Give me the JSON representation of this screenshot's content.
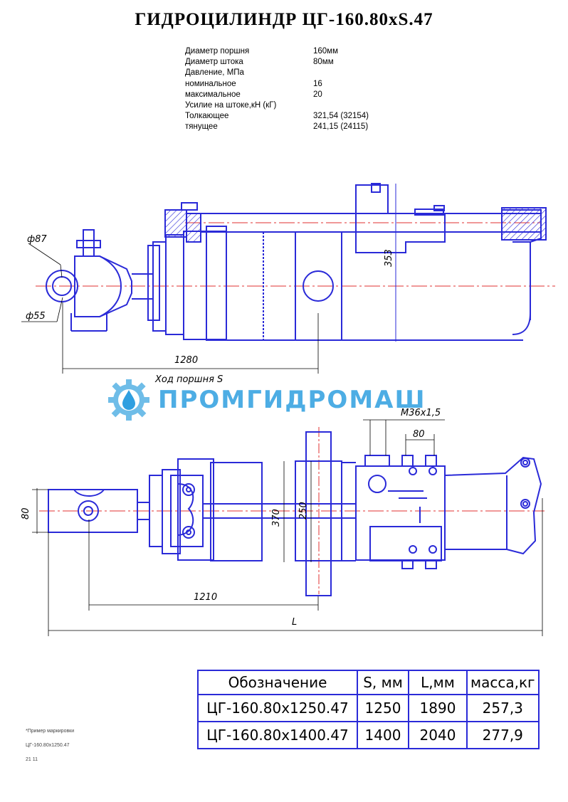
{
  "title": "ГИДРОЦИЛИНДР  ЦГ-160.80хS.47",
  "specs": [
    {
      "k": "Диаметр поршня",
      "v": "160мм"
    },
    {
      "k": "Диаметр штока",
      "v": "80мм"
    },
    {
      "k": "Давление, МПа",
      "v": ""
    },
    {
      "k": "номинальное",
      "v": "16"
    },
    {
      "k": "максимальное",
      "v": " 20"
    },
    {
      "k": "Усилие на штоке,кН (кГ)",
      "v": ""
    },
    {
      "k": "Толкающее",
      "v": "321,54  (32154)"
    },
    {
      "k": "тянущее",
      "v": " 241,15  (24115)"
    }
  ],
  "dims": {
    "d87": "ф87",
    "d55": "ф55",
    "h353": "353",
    "l1280": "1280",
    "stroke": "Ход поршня S",
    "m36": "М36х1,5",
    "d80top": "80",
    "d80side": "80",
    "d370": "370",
    "d250": "250",
    "l1210": "1210",
    "L": "L"
  },
  "logo": "ПРОМГИДРОМАШ",
  "table": {
    "headers": [
      "Обозначение",
      "S, мм",
      "L,мм",
      "масса,кг"
    ],
    "rows": [
      [
        "ЦГ-160.80х1250.47",
        "1250",
        "1890",
        "257,3"
      ],
      [
        "ЦГ-160.80х1400.47",
        "1400",
        "2040",
        "277,9"
      ]
    ]
  },
  "notes": [
    "*Пример маркировки",
    "ЦГ-160.80х1250.47",
    "21  11"
  ],
  "colors": {
    "drawing": "#2a2ad8",
    "centerline": "#e23030",
    "logo": "#2f9fe0"
  }
}
